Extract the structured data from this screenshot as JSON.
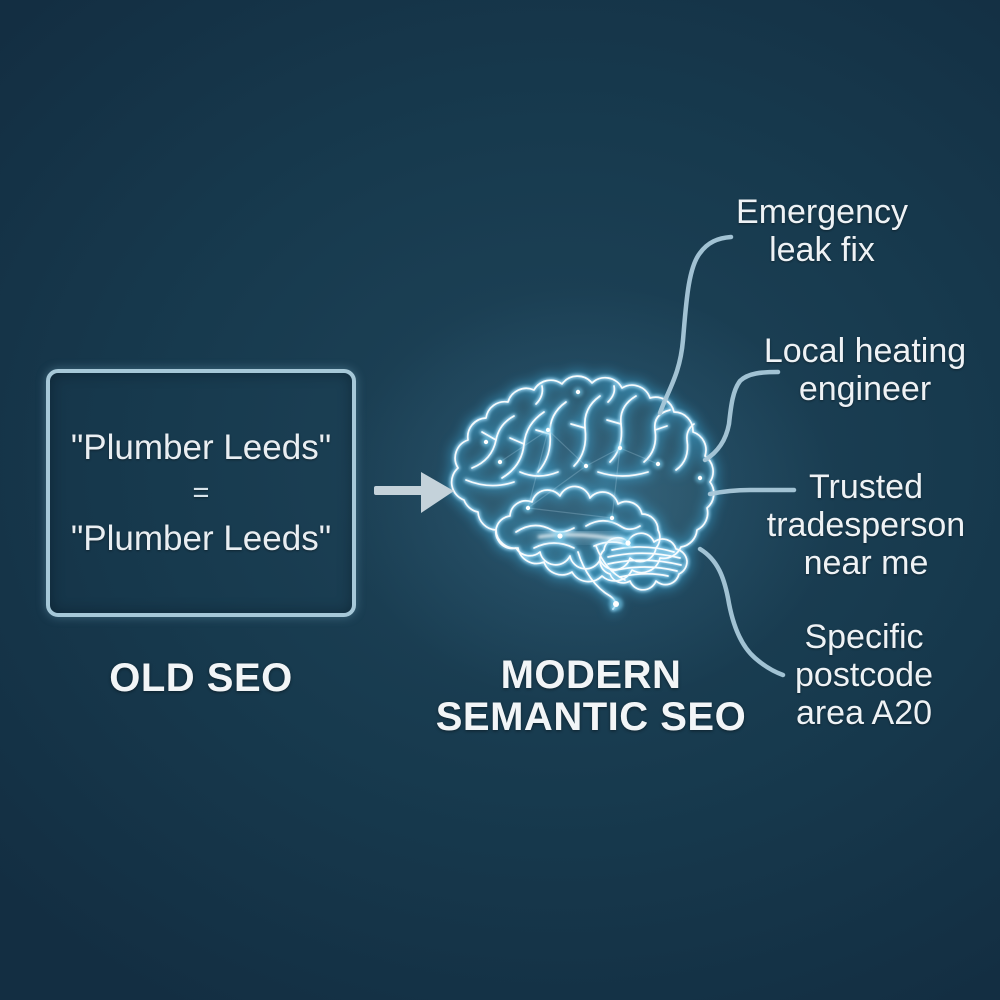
{
  "title": "Old SEO vs Modern Semantic SEO brain diagram",
  "old_seo": {
    "box": {
      "line1": "\"Plumber Leeds\"",
      "operator": "=",
      "line2": "\"Plumber Leeds\""
    },
    "caption": "OLD SEO"
  },
  "modern_seo": {
    "caption_line1": "MODERN",
    "caption_line2": "SEMANTIC SEO"
  },
  "semantic_queries": [
    {
      "lines": [
        "Emergency",
        "leak fix"
      ]
    },
    {
      "lines": [
        "Local heating",
        "engineer"
      ]
    },
    {
      "lines": [
        "Trusted",
        "tradesperson",
        "near me"
      ]
    },
    {
      "lines": [
        "Specific",
        "postcode",
        "area A20"
      ]
    }
  ],
  "icons": {
    "brain": "glowing-brain-icon",
    "arrow": "right-arrow-icon"
  },
  "colors": {
    "background_center": "#1f4459",
    "background_edge": "#132e42",
    "box_border": "#a6c8d8",
    "connector": "#a9c9da",
    "arrow": "#c4d2da",
    "neon_halo": "#3fb6e8",
    "neon_mid": "#a8e2ff",
    "neon_core": "#ffffff",
    "text": "#eef2f5"
  }
}
